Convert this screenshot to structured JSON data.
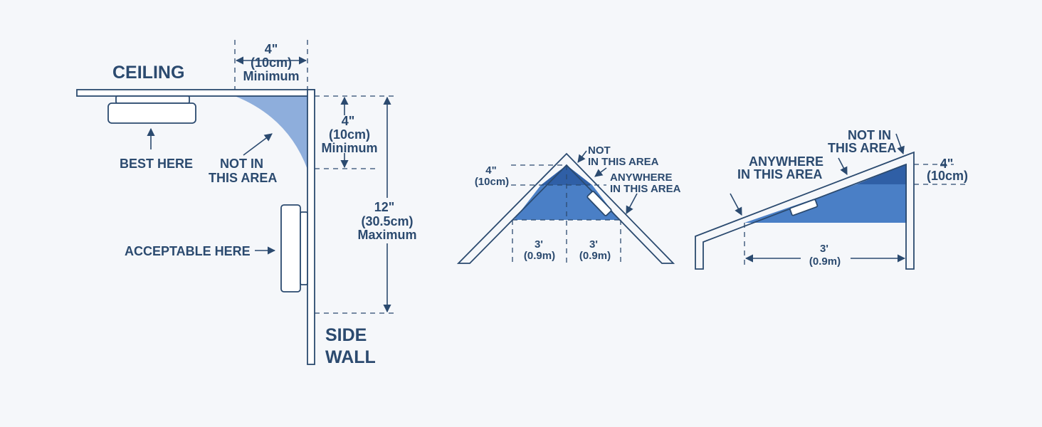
{
  "colors": {
    "background": "#f5f7fa",
    "outline": "#2b4a6f",
    "dead_air_zone": "#8eaedc",
    "not_in_zone_dark": "#2f5fa6",
    "acceptable_zone": "#4a7fc6"
  },
  "ceiling_wall": {
    "ceiling_label": "CEILING",
    "side_wall_line1": "SIDE",
    "side_wall_line2": "WALL",
    "best_here": "BEST HERE",
    "acceptable_here": "ACCEPTABLE HERE",
    "not_in_line1": "NOT IN",
    "not_in_line2": "THIS AREA",
    "top_dim": [
      "4\"",
      "(10cm)",
      "Minimum"
    ],
    "side_dim": [
      "4\"",
      "(10cm)",
      "Minimum"
    ],
    "max_dim": [
      "12\"",
      "(30.5cm)",
      "Maximum"
    ]
  },
  "peaked_roof": {
    "not_in_line1": "NOT",
    "not_in_line2": "IN THIS AREA",
    "anywhere_line1": "ANYWHERE",
    "anywhere_line2": "IN THIS AREA",
    "peak_dim": [
      "4\"",
      "(10cm)"
    ],
    "left_span": [
      "3'",
      "(0.9m)"
    ],
    "right_span": [
      "3'",
      "(0.9m)"
    ]
  },
  "sloped_ceiling": {
    "anywhere_line1": "ANYWHERE",
    "anywhere_line2": "IN THIS AREA",
    "not_in_line1": "NOT IN",
    "not_in_line2": "THIS AREA",
    "peak_dim": [
      "4\"",
      "(10cm)"
    ],
    "span": [
      "3'",
      "(0.9m)"
    ]
  }
}
